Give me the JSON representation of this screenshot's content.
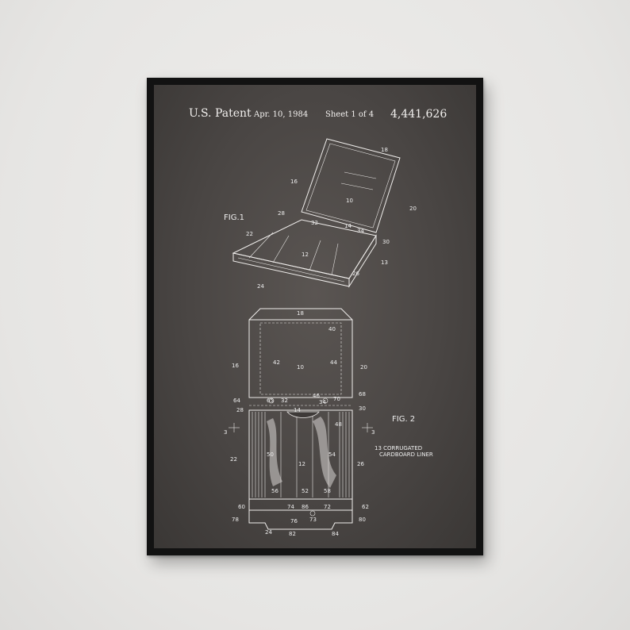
{
  "patent": {
    "label": "U.S. Patent",
    "date": "Apr. 10, 1984",
    "sheet": "Sheet 1 of 4",
    "number": "4,441,626"
  },
  "fig1": {
    "title": "FIG.1",
    "labels": [
      "18",
      "16",
      "10",
      "20",
      "28",
      "32",
      "14",
      "34",
      "30",
      "22",
      "12",
      "13",
      "26",
      "24"
    ]
  },
  "fig2": {
    "title": "FIG. 2",
    "liner_label_line1": "13 CORRUGATED",
    "liner_label_line2": "CARDBOARD LINER",
    "labels": [
      "18",
      "40",
      "16",
      "42",
      "10",
      "44",
      "20",
      "64",
      "65",
      "32",
      "46",
      "34",
      "70",
      "68",
      "28",
      "14",
      "30",
      "3",
      "3",
      "48",
      "22",
      "50",
      "12",
      "54",
      "26",
      "56",
      "52",
      "58",
      "60",
      "74",
      "86",
      "72",
      "62",
      "78",
      "76",
      "73",
      "80",
      "24",
      "82",
      "84"
    ]
  },
  "colors": {
    "wall": "#e9e8e6",
    "frame": "#121212",
    "chalkboard": "#4a4644",
    "chalk": "#f0eeec"
  }
}
